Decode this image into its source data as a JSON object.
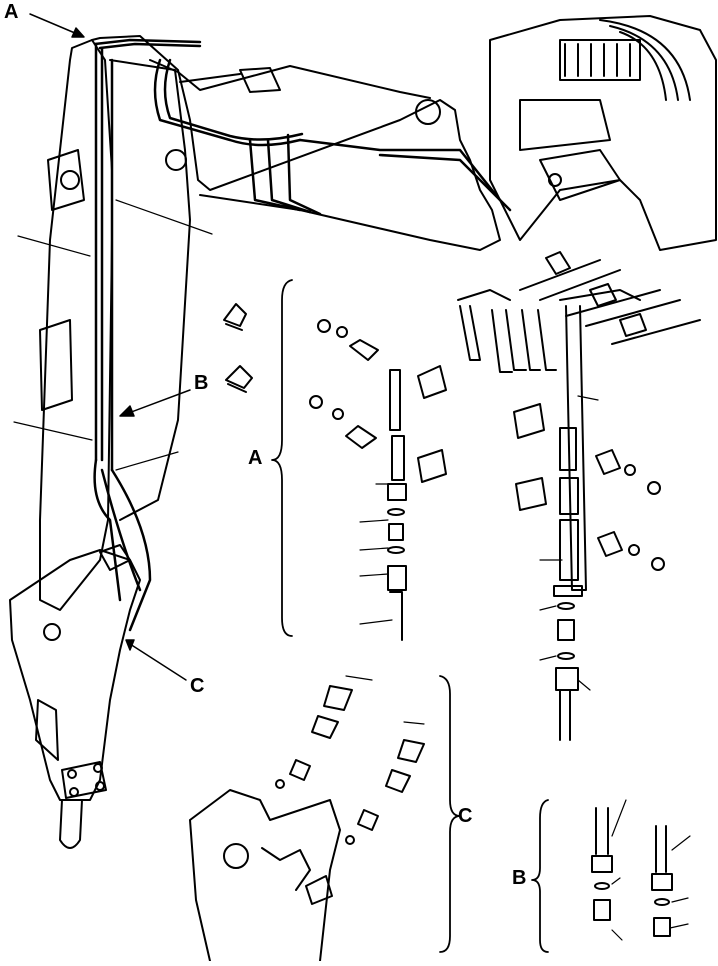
{
  "callouts": {
    "a_top": "A",
    "b_mid": "B",
    "c_mid": "C",
    "a_group": "A",
    "c_group": "C",
    "b_group": "B"
  }
}
